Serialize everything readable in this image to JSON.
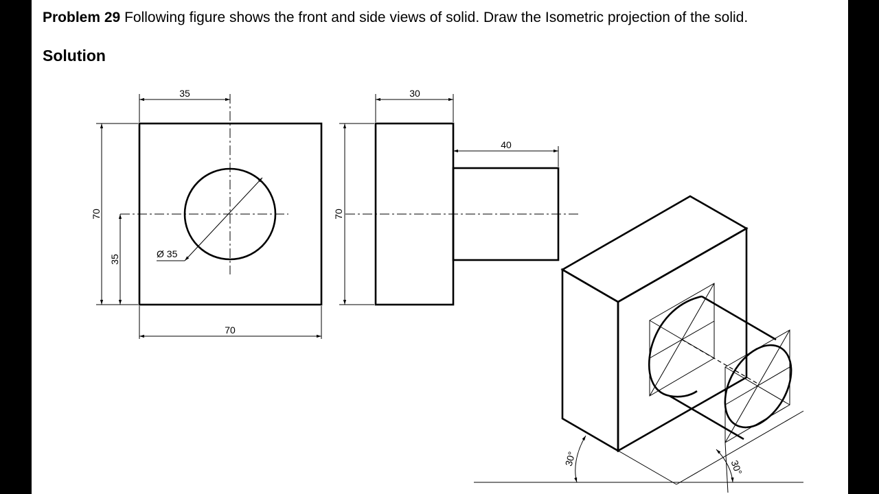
{
  "problem": {
    "label": "Problem 29",
    "text": "Following figure shows the front and side views of solid. Draw the Isometric projection of the solid."
  },
  "solution_heading": "Solution",
  "dimensions": {
    "front_top": "35",
    "front_height": "70",
    "front_center_height": "35",
    "front_diameter": "Ø 35",
    "front_width": "70",
    "side_thickness": "30",
    "side_cylinder_length": "40",
    "side_height": "70"
  },
  "angles": {
    "left": "30°",
    "right": "30°"
  }
}
